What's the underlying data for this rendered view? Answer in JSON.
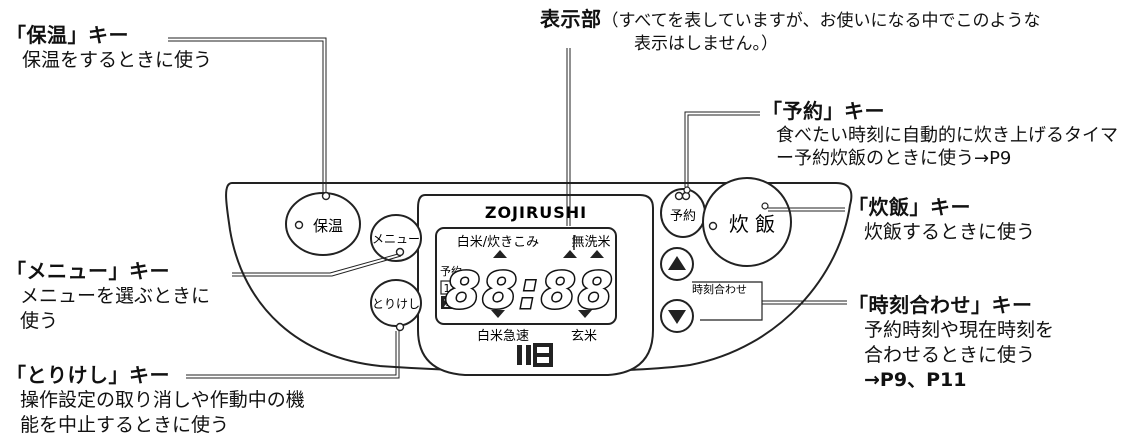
{
  "callouts": {
    "keep_warm": {
      "title": "「保温」キー",
      "desc": "保温をするときに使う"
    },
    "display": {
      "title": "表示部",
      "note_line1": "（すべてを表していますが、お使いになる中でこのような",
      "note_line2": "表示はしません。）"
    },
    "timer": {
      "title": "「予約」キー",
      "desc_line1": "食べたい時刻に自動的に炊き上げるタイマ",
      "desc_line2": "ー予約炊飯のときに使う→P9"
    },
    "cook": {
      "title": "「炊飯」キー",
      "desc": "炊飯するときに使う"
    },
    "menu": {
      "title": "「メニュー」キー",
      "desc_line1": "メニューを選ぶときに",
      "desc_line2": "使う"
    },
    "clock": {
      "title": "「時刻合わせ」キー",
      "desc_line1": "予約時刻や現在時刻を",
      "desc_line2": "合わせるときに使う",
      "desc_line3": "→P9、P11"
    },
    "cancel": {
      "title": "「とりけし」キー",
      "desc_line1": "操作設定の取り消しや作動中の機",
      "desc_line2": "能を中止するときに使う"
    }
  },
  "panel": {
    "brand": "ZOJIRUSHI",
    "keep_warm_label": "保温",
    "menu_label": "メニュー",
    "cancel_label": "とりけし",
    "timer_label": "予約",
    "cook_label": "炊 飯",
    "clock_label": "時刻合わせ",
    "display": {
      "top_left_label": "白米/炊きこみ",
      "top_right_label": "無洗米",
      "side_label": "予約",
      "preset_1": "1",
      "preset_2": "2",
      "digits": "88:88",
      "bottom_left_label": "白米急速",
      "bottom_right_label": "玄米"
    },
    "ih_logo": "IH"
  }
}
